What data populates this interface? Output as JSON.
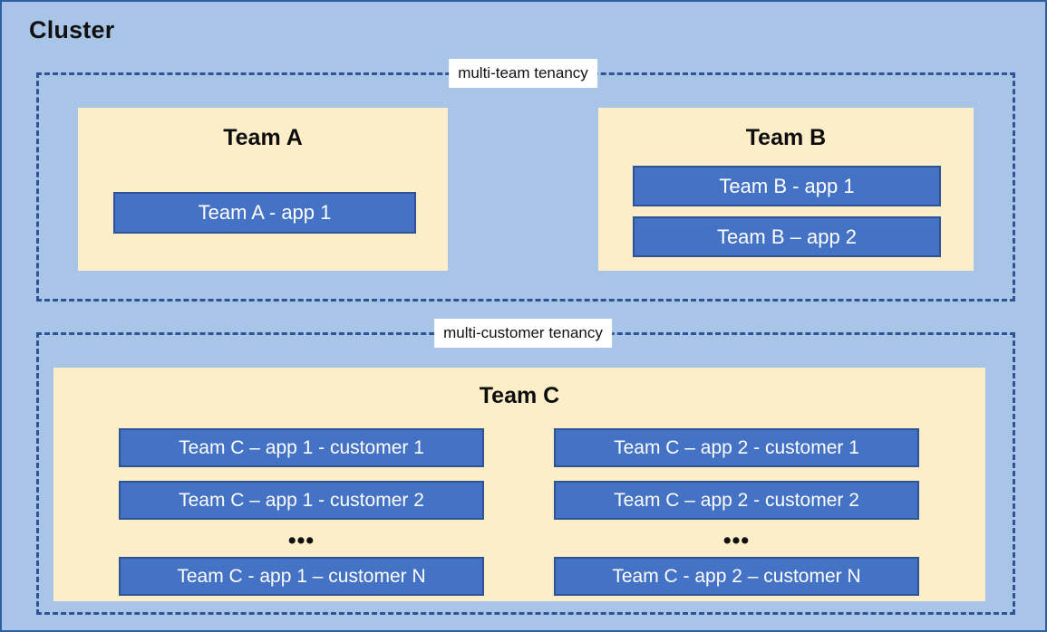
{
  "diagram": {
    "title": "Cluster",
    "groups": [
      {
        "id": "multi-team",
        "label": "multi-team tenancy",
        "teams": [
          {
            "id": "team-a",
            "name": "Team A",
            "apps": [
              "Team A - app 1"
            ]
          },
          {
            "id": "team-b",
            "name": "Team B",
            "apps": [
              "Team B - app 1",
              "Team B – app 2"
            ]
          }
        ]
      },
      {
        "id": "multi-customer",
        "label": "multi-customer tenancy",
        "teams": [
          {
            "id": "team-c",
            "name": "Team C",
            "columns": [
              {
                "id": "app-1",
                "items": [
                  "Team C – app 1 - customer 1",
                  "Team C – app 1 - customer 2"
                ],
                "ellipsis": "•••",
                "last": "Team C - app 1 – customer N"
              },
              {
                "id": "app-2",
                "items": [
                  "Team C – app 2 - customer 1",
                  "Team C – app 2 - customer 2"
                ],
                "ellipsis": "•••",
                "last": "Team C - app 2 – customer N"
              }
            ]
          }
        ]
      }
    ]
  },
  "colors": {
    "cluster_background": "#a8c4e6",
    "cluster_border": "#2e5fa3",
    "tenancy_dash": "#2e5496",
    "team_box_fill": "#fdeeca",
    "app_fill": "#4472c4",
    "app_border": "#2f5496",
    "app_text": "#ffffff",
    "label_background": "#ffffff",
    "heading_text": "#0d0d0d"
  }
}
